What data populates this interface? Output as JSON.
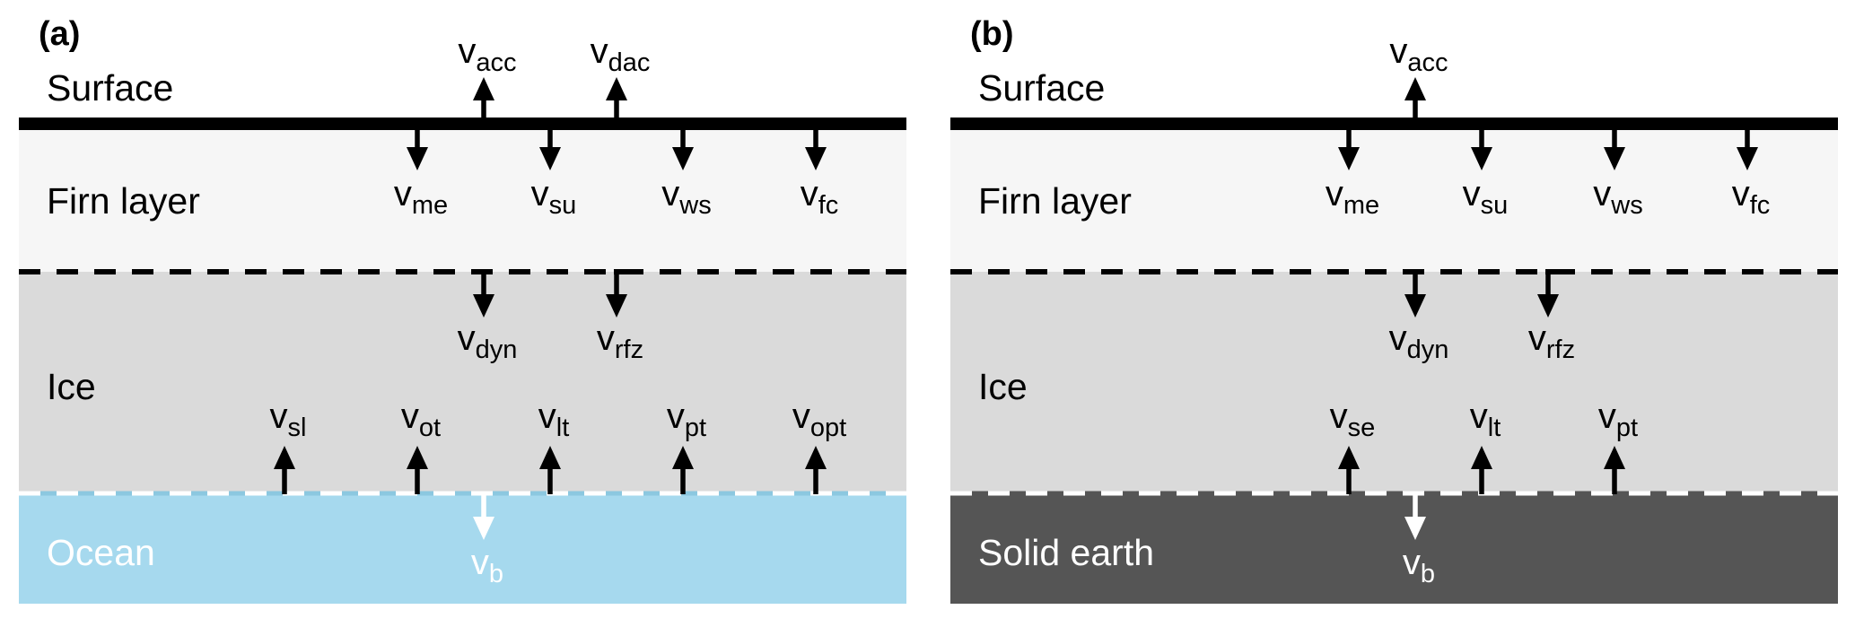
{
  "figure": {
    "panels": [
      {
        "id": "a",
        "label": "(a)",
        "base_layer": "ocean",
        "colors": {
          "firn": "#f6f6f6",
          "ice": "#dadada",
          "base": "#a6d9ee",
          "base_text": "#ffffff",
          "surface_line": "#000000",
          "firn_ice_dash": "#000000",
          "ice_base_dash": "#ffffff"
        },
        "layers": {
          "surface": "Surface",
          "firn": "Firn layer",
          "ice": "Ice",
          "base": "Ocean"
        },
        "arrows": {
          "surface_up": [
            {
              "symbol": "v",
              "sub": "acc"
            },
            {
              "symbol": "v",
              "sub": "dac"
            }
          ],
          "surface_down": [
            {
              "symbol": "v",
              "sub": "me"
            },
            {
              "symbol": "v",
              "sub": "su"
            },
            {
              "symbol": "v",
              "sub": "ws"
            },
            {
              "symbol": "v",
              "sub": "fc"
            }
          ],
          "firn_ice_down": [
            {
              "symbol": "v",
              "sub": "dyn"
            },
            {
              "symbol": "v",
              "sub": "rfz"
            }
          ],
          "base_up": [
            {
              "symbol": "v",
              "sub": "sl"
            },
            {
              "symbol": "v",
              "sub": "ot"
            },
            {
              "symbol": "v",
              "sub": "lt"
            },
            {
              "symbol": "v",
              "sub": "pt"
            },
            {
              "symbol": "v",
              "sub": "opt"
            }
          ],
          "base_down": [
            {
              "symbol": "v",
              "sub": "b"
            }
          ]
        }
      },
      {
        "id": "b",
        "label": "(b)",
        "base_layer": "solid-earth",
        "colors": {
          "firn": "#f6f6f6",
          "ice": "#dadada",
          "base": "#555555",
          "base_text": "#ffffff",
          "surface_line": "#000000",
          "firn_ice_dash": "#000000",
          "ice_base_dash": "#ffffff"
        },
        "layers": {
          "surface": "Surface",
          "firn": "Firn layer",
          "ice": "Ice",
          "base": "Solid earth"
        },
        "arrows": {
          "surface_up": [
            {
              "symbol": "v",
              "sub": "acc"
            }
          ],
          "surface_down": [
            {
              "symbol": "v",
              "sub": "me"
            },
            {
              "symbol": "v",
              "sub": "su"
            },
            {
              "symbol": "v",
              "sub": "ws"
            },
            {
              "symbol": "v",
              "sub": "fc"
            }
          ],
          "firn_ice_down": [
            {
              "symbol": "v",
              "sub": "dyn"
            },
            {
              "symbol": "v",
              "sub": "rfz"
            }
          ],
          "base_up": [
            {
              "symbol": "v",
              "sub": "se"
            },
            {
              "symbol": "v",
              "sub": "lt"
            },
            {
              "symbol": "v",
              "sub": "pt"
            }
          ],
          "base_down": [
            {
              "symbol": "v",
              "sub": "b"
            }
          ]
        }
      }
    ]
  }
}
